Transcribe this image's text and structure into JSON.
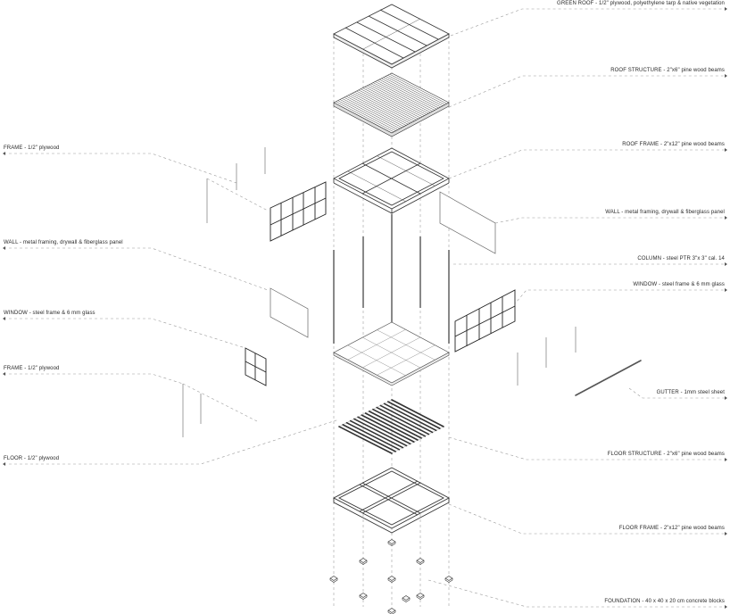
{
  "labels": {
    "green_roof": "GREEN ROOF - 1/2\" plywood, polyethylene tarp & native vegetation",
    "roof_structure": "ROOF STRUCTURE - 2\"x6\" pine wood beams",
    "roof_frame": "ROOF FRAME - 2\"x12\" pine wood beams",
    "wall_right": "WALL - metal framing, drywall & fiberglass panel",
    "column": "COLUMN - steel PTR 3\"x 3\" cal. 14",
    "window_right": "WINDOW - steel frame & 6 mm glass",
    "gutter": "GUTTER - 1mm steel sheet",
    "floor_structure": "FLOOR STRUCTURE - 2\"x6\" pine wood beams",
    "floor_frame": "FLOOR FRAME - 2\"x12\" pine wood beams",
    "foundation": "FOUNDATION - 40 x 40 x 20 cm concrete blocks",
    "frame_top_left": "FRAME - 1/2\" plywood",
    "wall_left": "WALL - metal framing, drywall & fiberglass panel",
    "window_left": "WINDOW - steel frame & 6 mm glass",
    "frame_bottom_left": "FRAME - 1/2\" plywood",
    "floor_left": "FLOOR - 1/2\" plywood"
  },
  "colors": {
    "line": "#333333",
    "dashed": "#9a9a9a",
    "text": "#2a2a2a"
  }
}
